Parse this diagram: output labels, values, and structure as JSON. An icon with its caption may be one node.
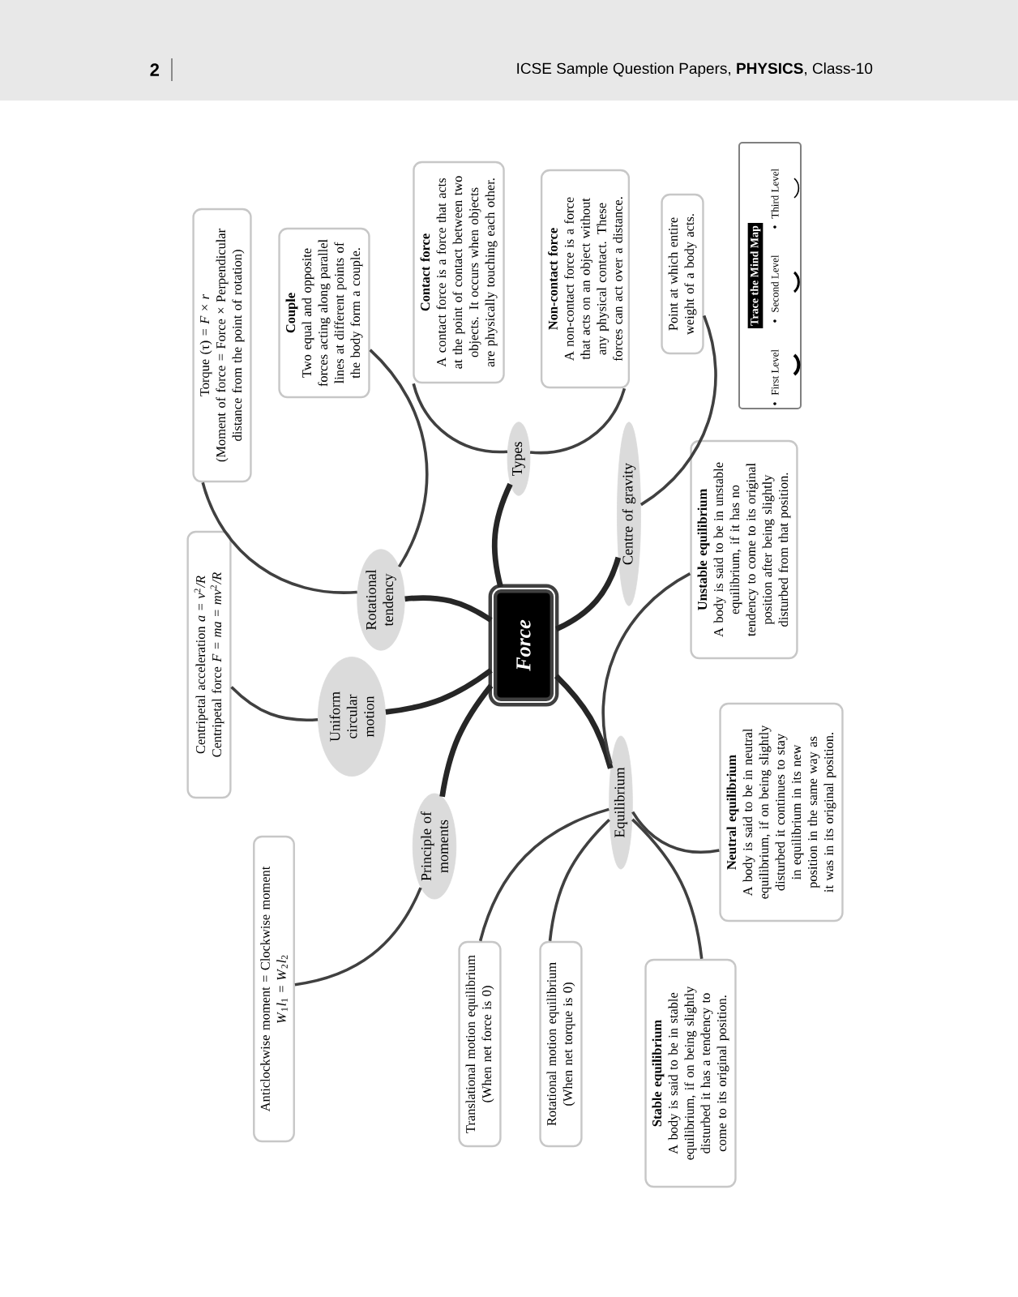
{
  "diagram": {
    "nodes": [
      {
        "text": [
          "Force"
        ]
      },
      {
        "text": [
          "Rotational tendency"
        ]
      },
      {
        "text": [
          "Torque (τ) = *F* × *r*",
          "(Moment of force = Force × Perpendicular distance from the point of rotation)"
        ]
      },
      {
        "text": [
          "Couple",
          "Two equal and opposite forces acting along parallel lines at different points of the body form a couple."
        ]
      },
      {
        "text": [
          "Types"
        ]
      },
      {
        "text": [
          "Contact force",
          "A contact force is a force that acts at the point of contact between two objects. It occurs when objects are physically touching each other."
        ]
      },
      {
        "text": [
          "Non-contact force",
          "A non-contact force is a force that acts on an object without any physical contact. These forces can act over a distance."
        ]
      },
      {
        "text": [
          "Centre of gravity"
        ]
      },
      {
        "text": [
          "Point at which entire weight of a body acts."
        ]
      },
      {
        "text": [
          "Uniform circular motion"
        ]
      },
      {
        "text": [
          "Centripetal acceleration *a* = *v*$^{2}$*/R*",
          "Centripetal force *F* = *ma* = *mv*$^{2}$*/R*"
        ]
      },
      {
        "text": [
          "Principle of moments"
        ]
      },
      {
        "text": [
          "Anticlockwise moment = Clockwise moment",
          "*W*$_{1}$*l*$_{1}$ = *W*$_{2}$*l*$_{2}$"
        ]
      },
      {
        "text": [
          "Equilibrium"
        ]
      },
      {
        "text": [
          "Translational motion equilibrium (When net force is 0)"
        ]
      },
      {
        "text": [
          "Rotational motion equilibrium (When net torque is 0)"
        ]
      },
      {
        "text": [
          "Stable equilibrium",
          "A body is said to be in stable equilibrium, if on being slightly disturbed it has a tendency to come to its original position."
        ]
      },
      {
        "text": [
          "Neutral equilibrium",
          "A body is said to be in neutral equilibrium, if on being slightly disturbed it continues to stay in equilibrium in its new position in the same way as it was in its original position."
        ]
      },
      {
        "text": [
          "Unstable equilibrium",
          "A body is said to be in unstable equilibrium, if it has no tendency to come to its original position after being slightly disturbed from that position."
        ]
      }
    ],
    "edges": [
      {
        "from": 0,
        "to": 1,
        "arrow": "none",
        "style": "thick"
      },
      {
        "from": 0,
        "to": 4,
        "arrow": "none",
        "style": "thick"
      },
      {
        "from": 0,
        "to": 7,
        "arrow": "none",
        "style": "thick"
      },
      {
        "from": 0,
        "to": 9,
        "arrow": "none",
        "style": "thick"
      },
      {
        "from": 0,
        "to": 11,
        "arrow": "none",
        "style": "thick"
      },
      {
        "from": 0,
        "to": 13,
        "arrow": "none",
        "style": "thick"
      },
      {
        "from": 1,
        "to": 2,
        "arrow": "none"
      },
      {
        "from": 1,
        "to": 3,
        "arrow": "none"
      },
      {
        "from": 4,
        "to": 5,
        "arrow": "none"
      },
      {
        "from": 4,
        "to": 6,
        "arrow": "none"
      },
      {
        "from": 7,
        "to": 8,
        "arrow": "none"
      },
      {
        "from": 9,
        "to": 10,
        "arrow": "none"
      },
      {
        "from": 11,
        "to": 12,
        "arrow": "none"
      },
      {
        "from": 13,
        "to": 14,
        "arrow": "none"
      },
      {
        "from": 13,
        "to": 15,
        "arrow": "none"
      },
      {
        "from": 13,
        "to": 16,
        "arrow": "none"
      },
      {
        "from": 13,
        "to": 17,
        "arrow": "none"
      },
      {
        "from": 13,
        "to": 18,
        "arrow": "none"
      }
    ],
    "labels": [
      "2",
      "ICSE Sample Question Papers, **PHYSICS**, Class-10",
      "Trace the Mind Map"
    ],
    "legend": [
      {
        "text": "First Level"
      },
      {
        "text": "Second Level"
      },
      {
        "text": "Third Level"
      }
    ]
  }
}
